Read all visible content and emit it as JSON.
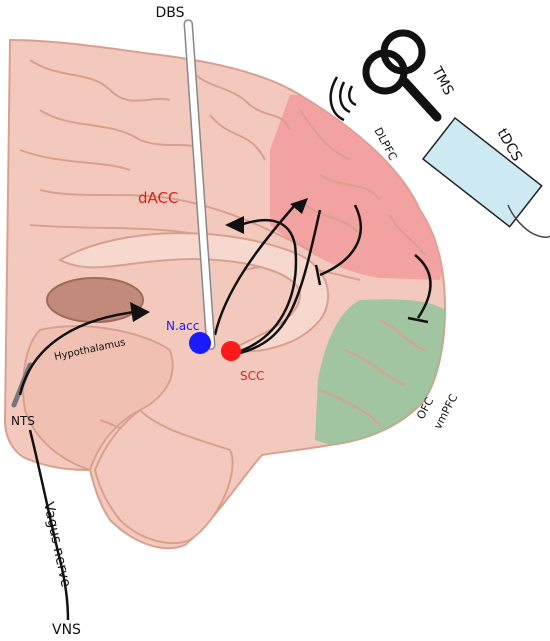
{
  "labels": {
    "dbs": "DBS",
    "tms": "TMS",
    "tdcs": "tDCS",
    "dlpfc": "DLPFC",
    "dacc": "dACC",
    "nacc": "N.acc",
    "scc": "SCC",
    "hypothalamus": "Hypothalamus",
    "nts": "NTS",
    "ofc": "OFC",
    "vmpfc": "vmPFC",
    "vagus": "Vagus nerve",
    "vns": "VNS"
  },
  "colors": {
    "brain_fill": "#f3c9bd",
    "brain_stroke": "#d9a090",
    "dlpfc_fill": "#f19a9a",
    "ofc_fill": "#8cc49a",
    "nacc_dot": "#1a1aff",
    "scc_dot": "#ff1a1a",
    "dacc_text": "#e0201c",
    "tdcs_fill": "#cdeaf2"
  }
}
